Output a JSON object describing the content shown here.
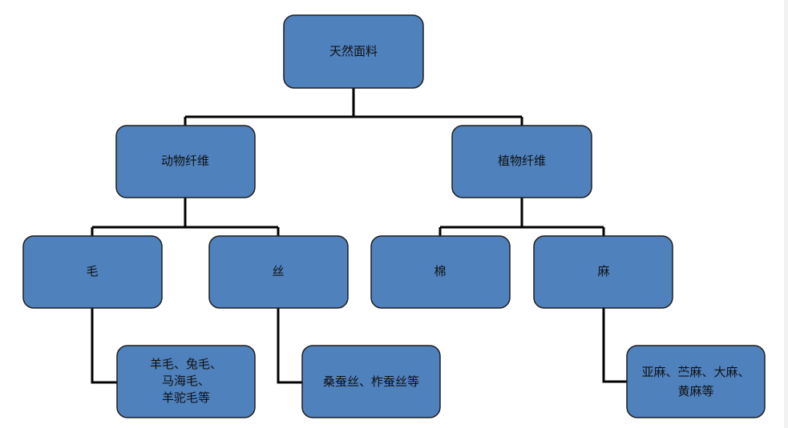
{
  "diagram": {
    "root": "天然面料",
    "animal": "动物纤维",
    "plant": "植物纤维",
    "wool": "毛",
    "silk": "丝",
    "cotton": "棉",
    "hemp": "麻",
    "wool_types": [
      "羊毛、兔毛、",
      "马海毛、",
      "羊驼毛等"
    ],
    "silk_types": [
      "桑蚕丝、柞蚕丝等"
    ],
    "hemp_types": [
      "亚麻、苎麻、大麻、",
      "黄麻等"
    ]
  },
  "colors": {
    "node_fill": "#4f81bd",
    "node_stroke": "#1f1f1f",
    "connector": "#000000"
  }
}
